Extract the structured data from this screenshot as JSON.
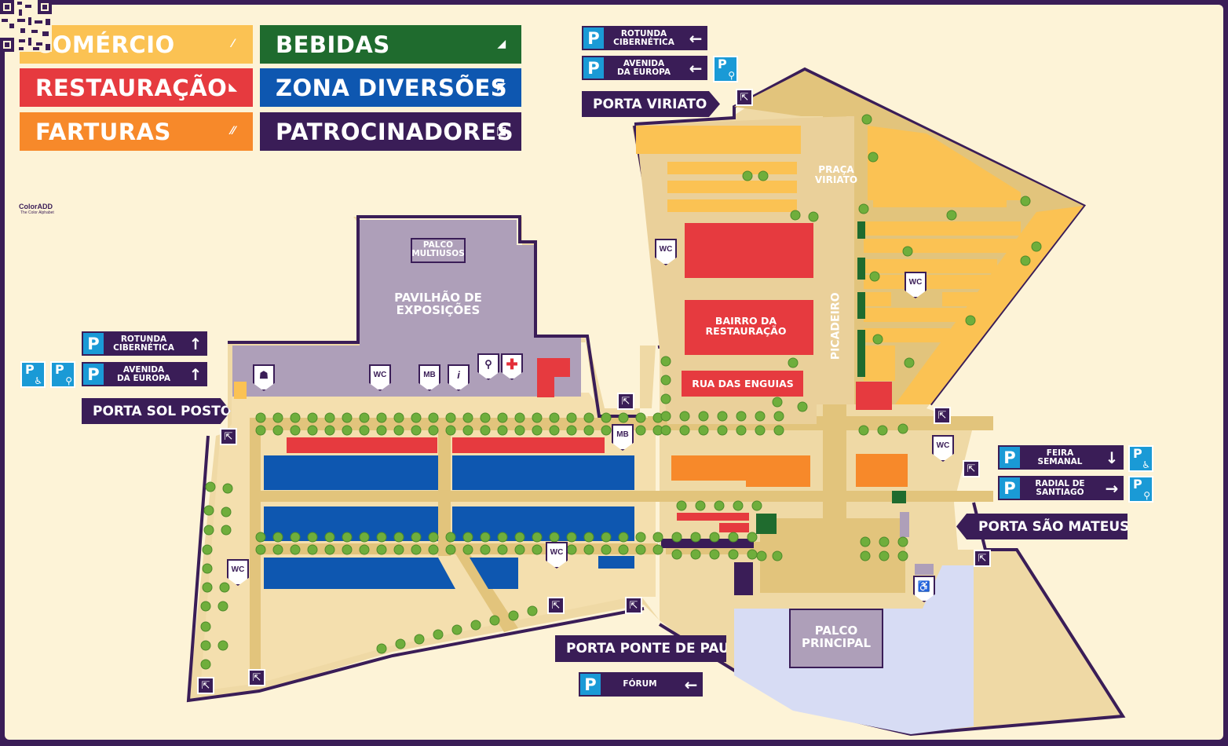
{
  "legend": [
    {
      "label": "COMÉRCIO",
      "color": "#fbc253",
      "code": "⁄"
    },
    {
      "label": "RESTAURAÇÃO",
      "color": "#e63a3f",
      "code": "◣"
    },
    {
      "label": "FARTURAS",
      "color": "#f7892a",
      "code": "⁄⁄"
    },
    {
      "label": "BEBIDAS",
      "color": "#1f6b2e",
      "code": "◢"
    },
    {
      "label": "ZONA DIVERSÕES",
      "color": "#0e57b0",
      "code": "◤"
    },
    {
      "label": "PATROCINADORES",
      "color": "#3a1d57",
      "code": "◪"
    }
  ],
  "colors": {
    "background": "#fdf3d7",
    "path": "#e9cd8b",
    "border": "#3a1d57",
    "pavilion": "#ae9fb9",
    "stage": "#d7dcf4",
    "tree": "#6fae3c",
    "parking": "#1a9ad6"
  },
  "logo": {
    "name": "ColorADD",
    "tagline": "The Color Alphabet"
  },
  "parking": {
    "top_rotunda": {
      "p": "P",
      "label": "ROTUNDA\nCIBERNÉTICA",
      "arrow": "←"
    },
    "top_avenida": {
      "p": "P",
      "label": "AVENIDA\nDA EUROPA",
      "arrow": "←"
    },
    "left_rotunda": {
      "p": "P",
      "label": "ROTUNDA\nCIBERNÉTICA",
      "arrow": "↑"
    },
    "left_avenida": {
      "p": "P",
      "label": "AVENIDA\nDA EUROPA",
      "arrow": "↑"
    },
    "right_feira": {
      "p": "P",
      "label": "FEIRA\nSEMANAL",
      "arrow": "↓"
    },
    "right_radial": {
      "p": "P",
      "label": "RADIAL DE\nSANTIAGO",
      "arrow": "→"
    },
    "bottom_forum": {
      "p": "P",
      "label": "FÓRUM",
      "arrow": "←"
    },
    "accessible_p": "P",
    "accessible_mark": "♿",
    "bike_p": "P",
    "bike_mark": "⚲"
  },
  "gates": {
    "viriato": "PORTA VIRIATO",
    "sol_posto": "PORTA SOL POSTO",
    "ponte_pau": "PORTA PONTE DE PAU",
    "sao_mateus": "PORTA SÃO MATEUS"
  },
  "areas": {
    "palco_multiusos": "PALCO\nMULTIUSOS",
    "pavilhao": "PAVILHÃO DE\nEXPOSIÇÕES",
    "praca_viriato": "PRAÇA\nVIRIATO",
    "picadeiro": "PICADEIRO",
    "bairro": "BAIRRO DA\nRESTAURAÇÃO",
    "rua_enguias": "RUA DAS ENGUIAS",
    "palco_principal": "PALCO\nPRINCIPAL"
  },
  "services": {
    "wc": "WC",
    "mb": "MB",
    "info": "i",
    "first_aid": "✚",
    "baby": "⚲",
    "police": "☗",
    "accessible": "♿",
    "exit": "⇱"
  }
}
